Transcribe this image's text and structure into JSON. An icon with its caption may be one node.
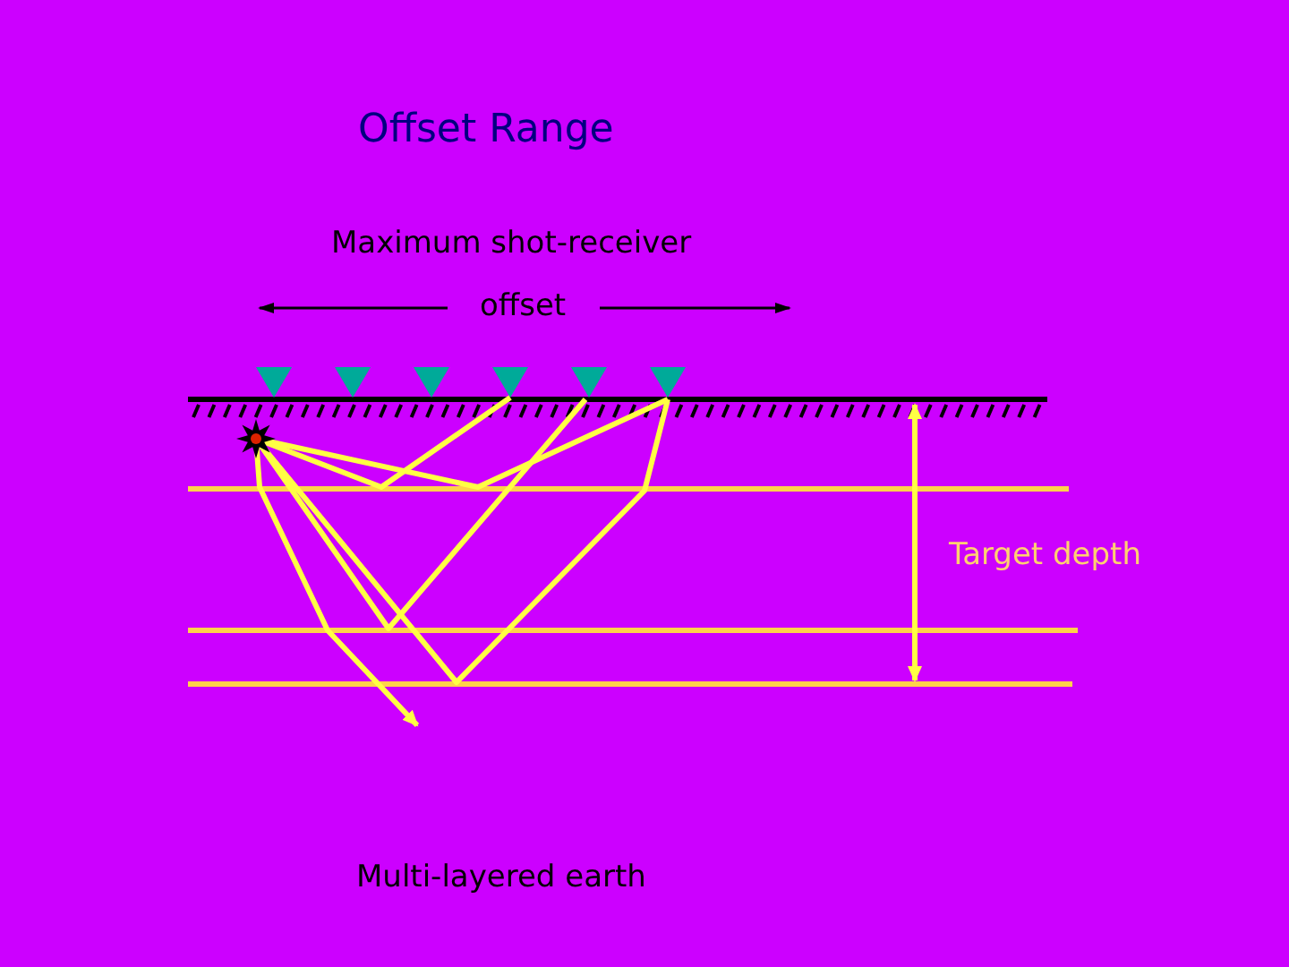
{
  "diagram": {
    "title": "Offset Range",
    "labels": [
      "Maximum shot-receiver",
      "offset",
      "Target depth",
      "Multi-layered earth"
    ]
  }
}
